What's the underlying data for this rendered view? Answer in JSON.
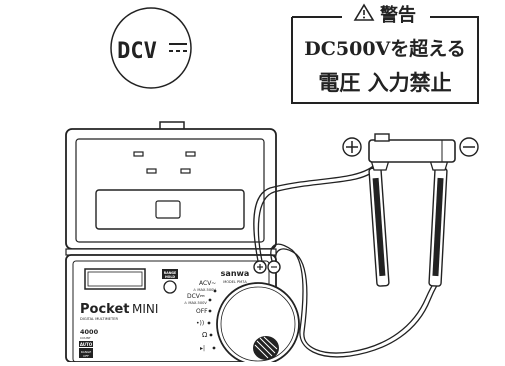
{
  "mode_badge": {
    "label": "DCV",
    "symbol": "⎓"
  },
  "warning": {
    "header": "警告",
    "warning_symbol": "⚠",
    "line1": "DC500Vを超える",
    "line2": "電圧 入力禁止"
  },
  "meter": {
    "brand": "sanwa",
    "model": "MODEL PM7A",
    "name_bold": "Pocket",
    "name_light": "MINI",
    "subtitle": "DIGITAL MULTIMETER",
    "count": "4000",
    "count_label": "COUNT",
    "auto_label": "AUTO",
    "range_label": "RANGE",
    "off_label": "OFF",
    "hold_label": "RANGE\nHOLD",
    "dial_labels": {
      "acv": "ACV~",
      "acv_max": "⚠ MAX.500V",
      "dcv": "DCV⎓",
      "dcv_max": "⚠ MAX.500V",
      "off": "OFF",
      "ohm": "Ω",
      "continuity": "•))",
      "diode": "▸|"
    }
  },
  "battery": {
    "plus": "+",
    "minus": "−"
  },
  "colors": {
    "ink": "#222222",
    "paper": "#ffffff",
    "gray": "#888888"
  }
}
